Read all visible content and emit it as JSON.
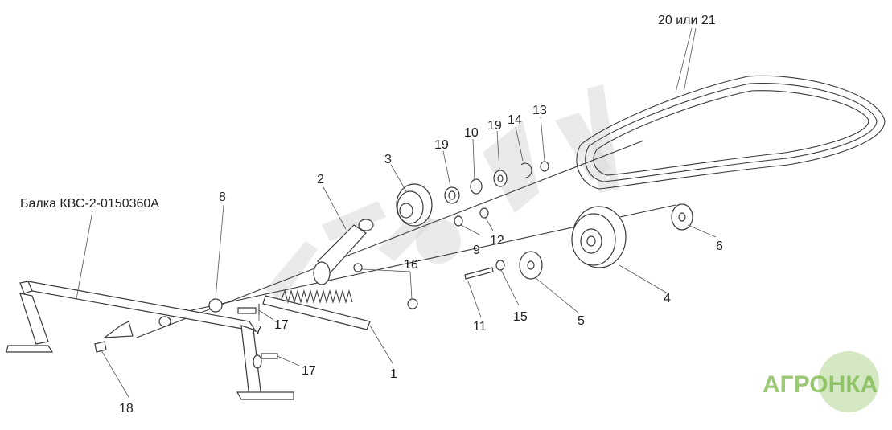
{
  "title_label": "Балка КВС-2-0150360А",
  "callouts": {
    "c1": "1",
    "c2": "2",
    "c3": "3",
    "c4": "4",
    "c5": "5",
    "c6": "6",
    "c7": "7",
    "c8": "8",
    "c9": "9",
    "c10": "10",
    "c11": "11",
    "c12": "12",
    "c13": "13",
    "c14": "14",
    "c15": "15",
    "c16": "16",
    "c17a": "17",
    "c17b": "17",
    "c18": "18",
    "c19a": "19",
    "c19b": "19",
    "c20": "20 или 21"
  },
  "logo": {
    "text": "АГРОНКА",
    "color": "#7ab648"
  }
}
